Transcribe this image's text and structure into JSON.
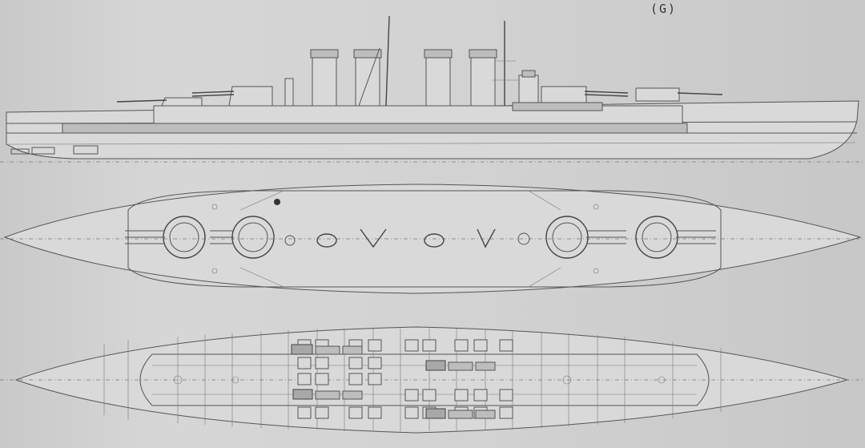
{
  "sheet": {
    "label": "(G)"
  },
  "views": [
    {
      "name": "side-elevation"
    },
    {
      "name": "deck-plan"
    },
    {
      "name": "hold-plan"
    }
  ]
}
